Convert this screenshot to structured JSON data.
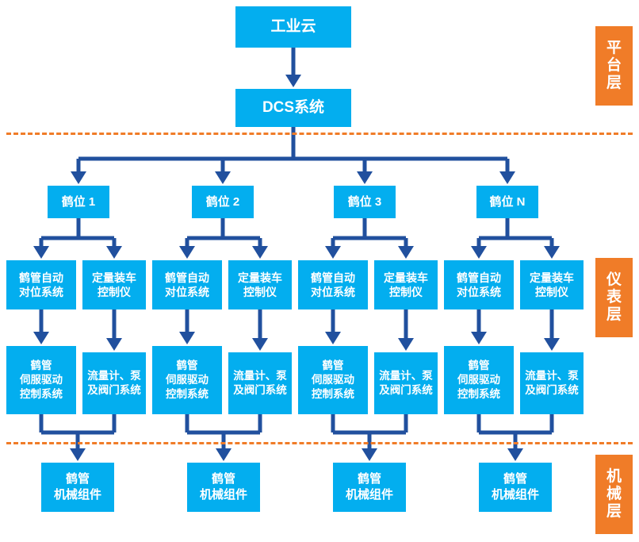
{
  "diagram": {
    "title_top": "工业云",
    "controller": "DCS系统",
    "colors": {
      "node_blue": "#03AEEF",
      "wire_blue": "#21509E",
      "layer_orange": "#F07C28",
      "background": "#FFFFFF"
    },
    "layer_tags": [
      {
        "id": "platform",
        "chars": [
          "平",
          "台",
          "层"
        ]
      },
      {
        "id": "instrument",
        "chars": [
          "仪",
          "表",
          "层"
        ]
      },
      {
        "id": "mechanical",
        "chars": [
          "机",
          "械",
          "层"
        ]
      }
    ],
    "bays": [
      {
        "label": "鹤位 1"
      },
      {
        "label": "鹤位 2"
      },
      {
        "label": "鹤位 3"
      },
      {
        "label": "鹤位 N"
      }
    ],
    "instrument_nodes": [
      {
        "lines": [
          "鹤管自动",
          "对位系统"
        ]
      },
      {
        "lines": [
          "定量装车",
          "控制仪"
        ]
      },
      {
        "lines": [
          "鹤管自动",
          "对位系统"
        ]
      },
      {
        "lines": [
          "定量装车",
          "控制仪"
        ]
      },
      {
        "lines": [
          "鹤管自动",
          "对位系统"
        ]
      },
      {
        "lines": [
          "定量装车",
          "控制仪"
        ]
      },
      {
        "lines": [
          "鹤管自动",
          "对位系统"
        ]
      },
      {
        "lines": [
          "定量装车",
          "控制仪"
        ]
      }
    ],
    "control_nodes": [
      {
        "lines": [
          "鹤管",
          "伺服驱动",
          "控制系统"
        ]
      },
      {
        "lines": [
          "流量计、泵",
          "及阀门系统"
        ]
      },
      {
        "lines": [
          "鹤管",
          "伺服驱动",
          "控制系统"
        ]
      },
      {
        "lines": [
          "流量计、泵",
          "及阀门系统"
        ]
      },
      {
        "lines": [
          "鹤管",
          "伺服驱动",
          "控制系统"
        ]
      },
      {
        "lines": [
          "流量计、泵",
          "及阀门系统"
        ]
      },
      {
        "lines": [
          "鹤管",
          "伺服驱动",
          "控制系统"
        ]
      },
      {
        "lines": [
          "流量计、泵",
          "及阀门系统"
        ]
      }
    ],
    "mechanical_nodes": [
      {
        "lines": [
          "鹤管",
          "机械组件"
        ]
      },
      {
        "lines": [
          "鹤管",
          "机械组件"
        ]
      },
      {
        "lines": [
          "鹤管",
          "机械组件"
        ]
      },
      {
        "lines": [
          "鹤管",
          "机械组件"
        ]
      }
    ]
  }
}
